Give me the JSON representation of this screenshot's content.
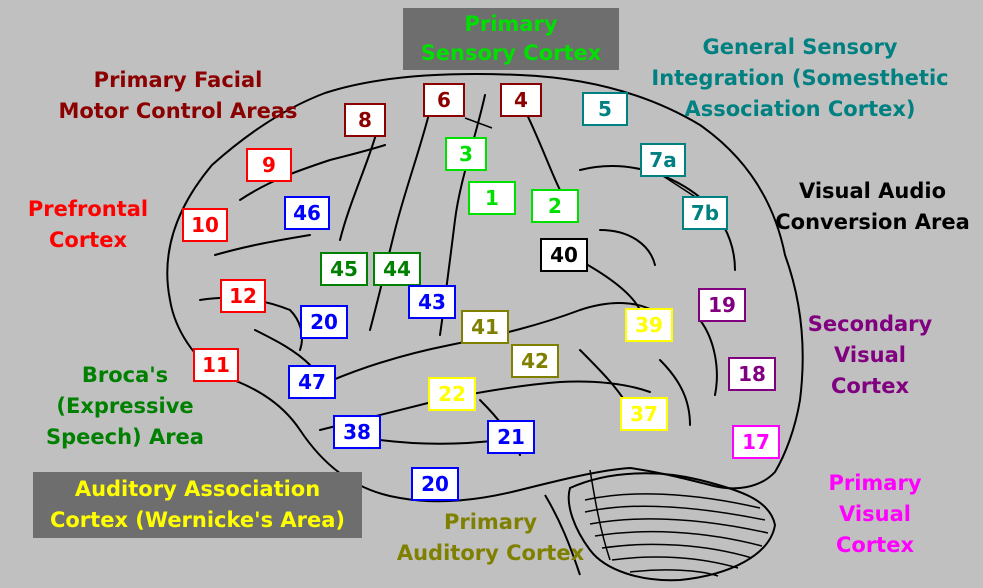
{
  "colors": {
    "background": "#c0c0c0",
    "outline": "#000000",
    "motor": "#8b0000",
    "sensory": "#00e000",
    "association": "#008080",
    "conversion": "#000000",
    "prefrontal": "#ff0000",
    "broca": "#008000",
    "auditory_association": "#ffff00",
    "auditory": "#808000",
    "secondary_visual": "#800080",
    "primary_visual": "#ff00ff",
    "area_blue": "#0000ff"
  },
  "region_labels": {
    "primary_sensory": [
      "Primary",
      "Sensory Cortex"
    ],
    "general_sensory": [
      "General Sensory",
      "Integration (Somesthetic",
      "Association Cortex)"
    ],
    "facial_motor": [
      "Primary Facial",
      "Motor Control Areas"
    ],
    "prefrontal": [
      "Prefrontal",
      "Cortex"
    ],
    "visual_audio": [
      "Visual Audio",
      "Conversion Area"
    ],
    "broca": [
      "Broca's",
      "(Expressive",
      "Speech) Area"
    ],
    "secondary_visual": [
      "Secondary",
      "Visual",
      "Cortex"
    ],
    "auditory_association": [
      "Auditory Association",
      "Cortex (Wernicke's Area)"
    ],
    "primary_auditory": [
      "Primary",
      "Auditory Cortex"
    ],
    "primary_visual": [
      "Primary",
      "Visual",
      "Cortex"
    ]
  },
  "brodmann_areas": [
    {
      "id": "8",
      "group": "motor"
    },
    {
      "id": "6",
      "group": "motor"
    },
    {
      "id": "4",
      "group": "motor"
    },
    {
      "id": "5",
      "group": "association"
    },
    {
      "id": "9",
      "group": "prefrontal"
    },
    {
      "id": "3",
      "group": "sensory"
    },
    {
      "id": "7a",
      "group": "association"
    },
    {
      "id": "10",
      "group": "prefrontal"
    },
    {
      "id": "46",
      "group": "area_blue"
    },
    {
      "id": "1",
      "group": "sensory"
    },
    {
      "id": "2",
      "group": "sensory"
    },
    {
      "id": "7b",
      "group": "association"
    },
    {
      "id": "40",
      "group": "conversion"
    },
    {
      "id": "45",
      "group": "broca"
    },
    {
      "id": "44",
      "group": "broca"
    },
    {
      "id": "12",
      "group": "prefrontal"
    },
    {
      "id": "43",
      "group": "area_blue"
    },
    {
      "id": "19",
      "group": "secondary_visual"
    },
    {
      "id": "20",
      "group": "area_blue"
    },
    {
      "id": "41",
      "group": "auditory"
    },
    {
      "id": "39",
      "group": "auditory_association"
    },
    {
      "id": "11",
      "group": "prefrontal"
    },
    {
      "id": "42",
      "group": "auditory"
    },
    {
      "id": "47",
      "group": "area_blue"
    },
    {
      "id": "18",
      "group": "secondary_visual"
    },
    {
      "id": "22",
      "group": "auditory_association"
    },
    {
      "id": "37",
      "group": "auditory_association"
    },
    {
      "id": "38",
      "group": "area_blue"
    },
    {
      "id": "21",
      "group": "area_blue"
    },
    {
      "id": "17",
      "group": "primary_visual"
    },
    {
      "id": "20",
      "group": "area_blue"
    }
  ]
}
